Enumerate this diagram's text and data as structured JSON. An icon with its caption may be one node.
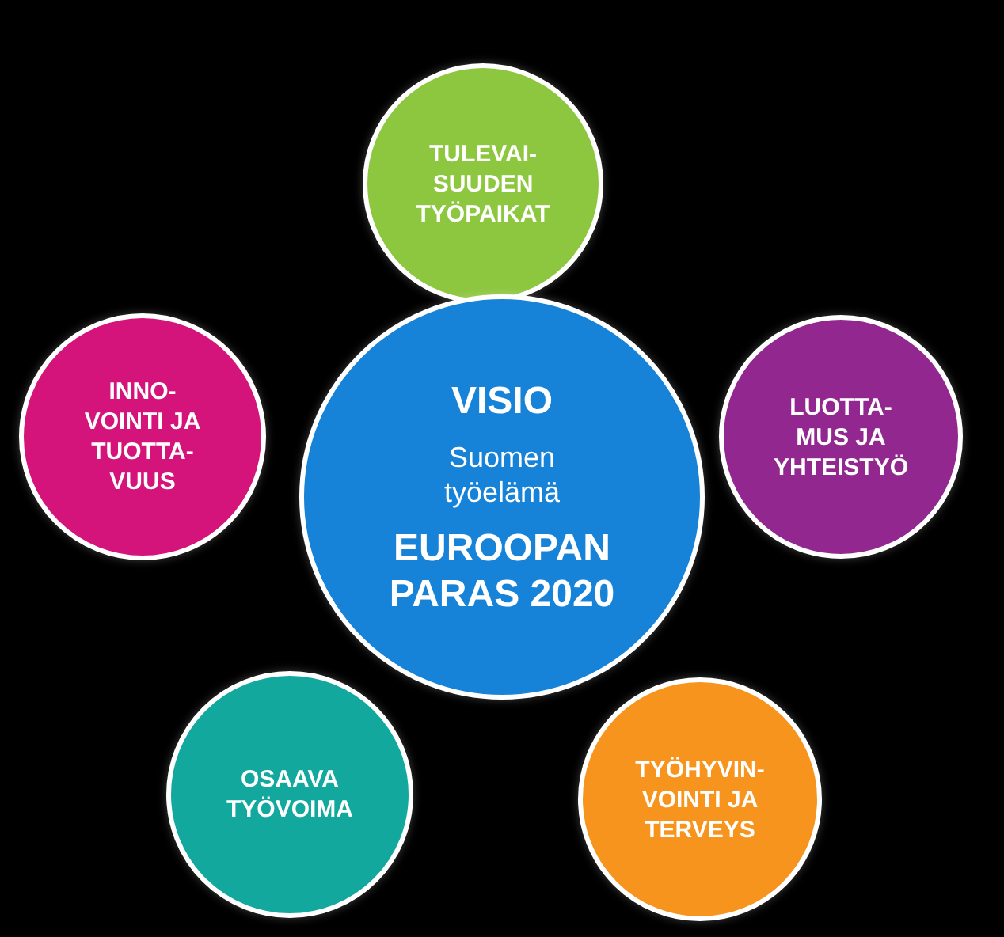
{
  "diagram": {
    "nodes": [
      {
        "text": [
          "TULEVAI- SUUDEN TYÖPAIKAT"
        ]
      },
      {
        "text": [
          "INNO- VOINTI JA TUOTTA- VUUS"
        ]
      },
      {
        "text": [
          "VISIO",
          "Suomen työelämä",
          "EUROOPAN PARAS 2020"
        ]
      },
      {
        "text": [
          "LUOTTA- MUS JA YHTEISTYÖ"
        ]
      },
      {
        "text": [
          "OSAAVA TYÖVOIMA"
        ]
      },
      {
        "text": [
          "TYÖHYVIN- VOINTI JA TERVEYS"
        ]
      }
    ]
  }
}
